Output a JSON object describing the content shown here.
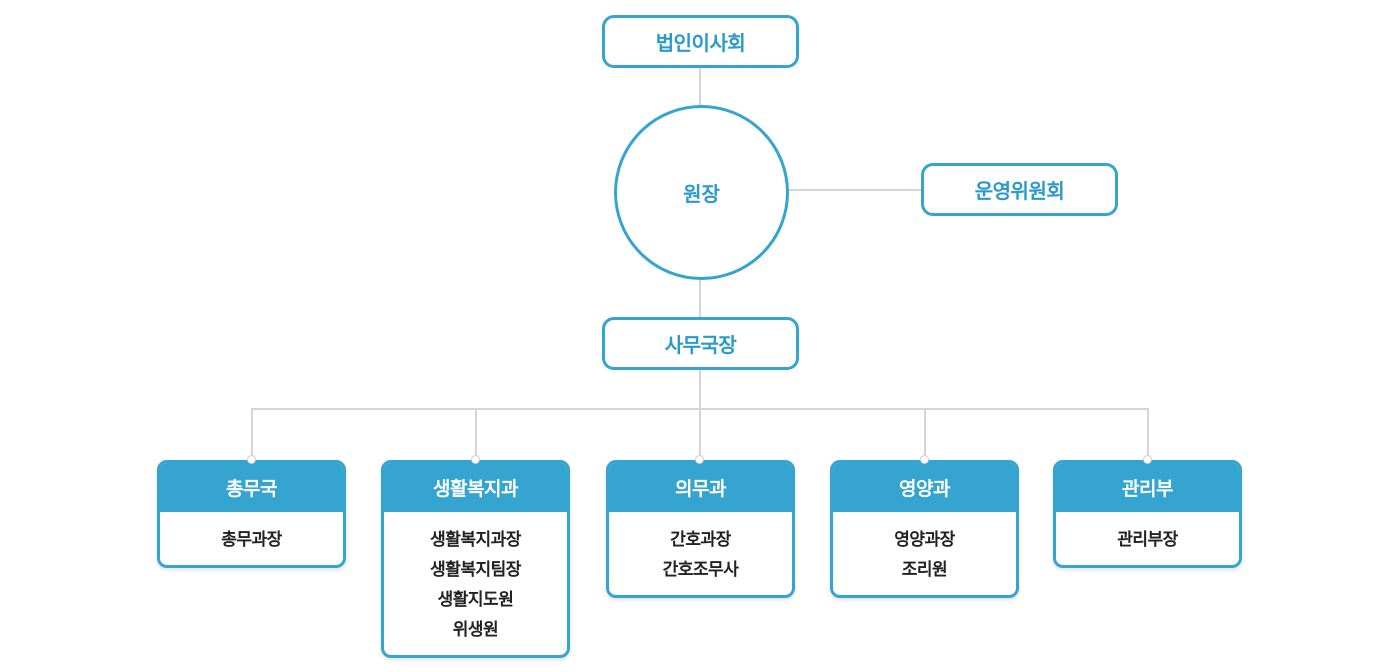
{
  "board": {
    "label": "법인이사회"
  },
  "director": {
    "label": "원장"
  },
  "committee": {
    "label": "운영위원회"
  },
  "secretary": {
    "label": "사무국장"
  },
  "departments": [
    {
      "title": "총무국",
      "members": [
        "총무과장"
      ]
    },
    {
      "title": "생활복지과",
      "members": [
        "생활복지과장",
        "생활복지팀장",
        "생활지도원",
        "위생원"
      ]
    },
    {
      "title": "의무과",
      "members": [
        "간호과장",
        "간호조무사"
      ]
    },
    {
      "title": "영양과",
      "members": [
        "영양과장",
        "조리원"
      ]
    },
    {
      "title": "관리부",
      "members": [
        "관리부장"
      ]
    }
  ],
  "colors": {
    "accent": "#36a4d0",
    "accent_text": "#2a9acb",
    "line": "#d6d6d6",
    "member_text": "#222222"
  }
}
